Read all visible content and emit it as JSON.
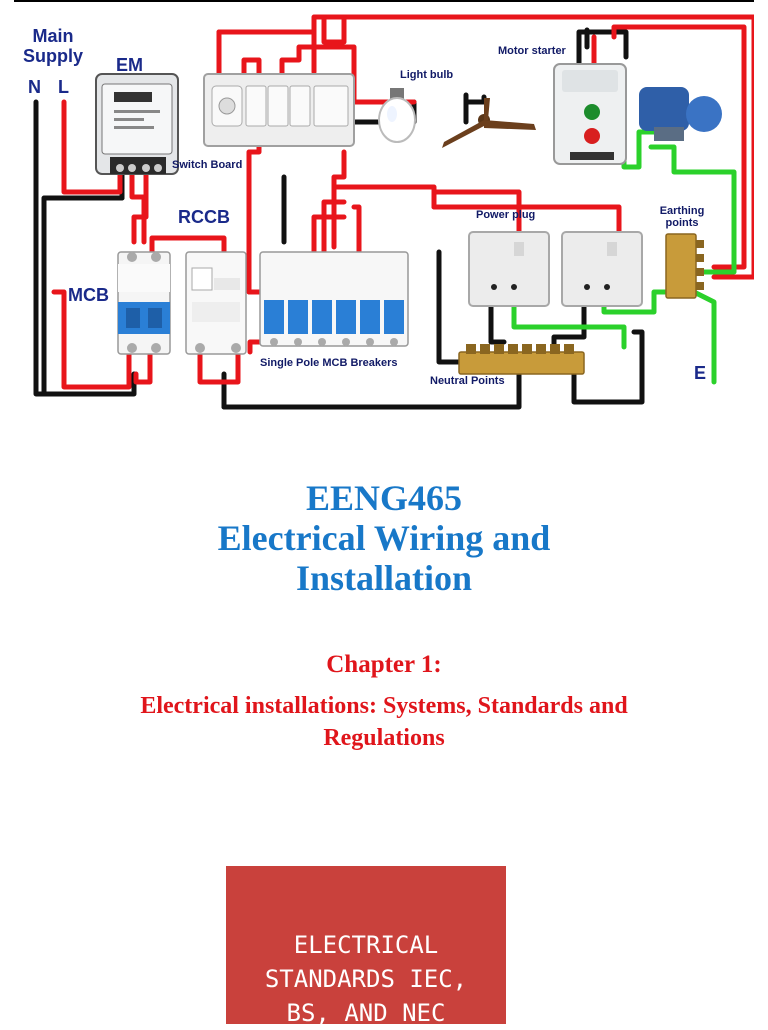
{
  "diagram": {
    "labels": {
      "main_supply": "Main\nSupply",
      "neutral": "N",
      "line": "L",
      "em": "EM",
      "switch_board": "Switch Board",
      "light_bulb": "Light bulb",
      "motor_starter": "Motor starter",
      "rccb": "RCCB",
      "mcb": "MCB",
      "power_plug": "Power plug",
      "earthing_points": "Earthing\npoints",
      "single_pole": "Single Pole MCB Breakers",
      "neutral_points": "Neutral Points",
      "earth": "E"
    },
    "colors": {
      "line_wire": "#e8151b",
      "neutral_wire": "#111111",
      "earth_wire": "#2bd12b",
      "label": "#1a2a8a",
      "breaker_blue": "#2a7fd6",
      "brass": "#b8892b"
    }
  },
  "course": {
    "code": "EENG465",
    "title": "Electrical Wiring and Installation"
  },
  "chapter": {
    "label": "Chapter 1:",
    "subtitle": "Electrical installations: Systems, Standards and Regulations"
  },
  "card": {
    "text": "ELECTRICAL\nSTANDARDS IEC,\nBS, AND NEC",
    "background": "#c9413c"
  }
}
